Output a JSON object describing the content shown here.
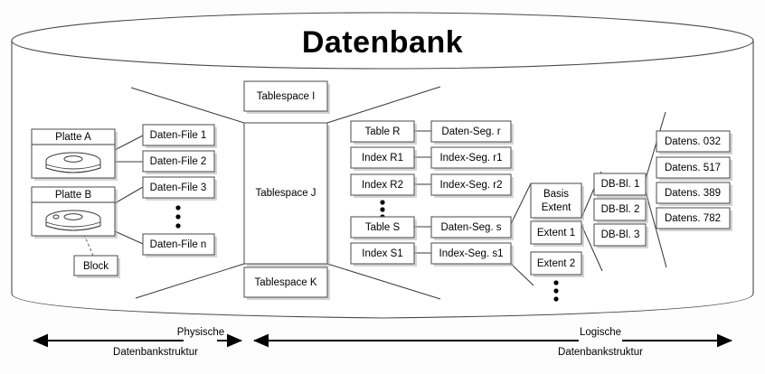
{
  "title": "Datenbank",
  "colors": {
    "stroke": "#595959",
    "shadow": "#b0b0b0",
    "text": "#000000",
    "bg": "#ffffff"
  },
  "physical": {
    "disks": [
      {
        "id": "platte-a",
        "label": "Platte A"
      },
      {
        "id": "platte-b",
        "label": "Platte B"
      }
    ],
    "block": {
      "label": "Block"
    },
    "datafiles": [
      {
        "label": "Daten-File 1"
      },
      {
        "label": "Daten-File 2"
      },
      {
        "label": "Daten-File 3"
      },
      {
        "label": "Daten-File n"
      }
    ],
    "ellipsis": "vertical-dots"
  },
  "tablespaces": [
    {
      "label": "Tablespace I"
    },
    {
      "label": "Tablespace J"
    },
    {
      "label": "Tablespace K"
    }
  ],
  "logical": {
    "objects": [
      {
        "label": "Table R"
      },
      {
        "label": "Index R1"
      },
      {
        "label": "Index R2"
      },
      {
        "label": "Table S"
      },
      {
        "label": "Index S1"
      }
    ],
    "segments": [
      {
        "label": "Daten-Seg. r"
      },
      {
        "label": "Index-Seg. r1"
      },
      {
        "label": "Index-Seg. r2"
      },
      {
        "label": "Daten-Seg. s"
      },
      {
        "label": "Index-Seg. s1"
      }
    ],
    "extents": [
      {
        "label_line1": "Basis",
        "label_line2": "Extent"
      },
      {
        "label": "Extent 1"
      },
      {
        "label": "Extent 2"
      }
    ],
    "blocks": [
      {
        "label": "DB-Bl. 1"
      },
      {
        "label": "DB-Bl. 2"
      },
      {
        "label": "DB-Bl. 3"
      }
    ],
    "records": [
      {
        "label": "Datens. 032"
      },
      {
        "label": "Datens. 517"
      },
      {
        "label": "Datens. 389"
      },
      {
        "label": "Datens. 782"
      }
    ]
  },
  "footer": {
    "physical": {
      "line1": "Physische",
      "line2": "Datenbankstruktur"
    },
    "logical": {
      "line1": "Logische",
      "line2": "Datenbankstruktur"
    }
  }
}
